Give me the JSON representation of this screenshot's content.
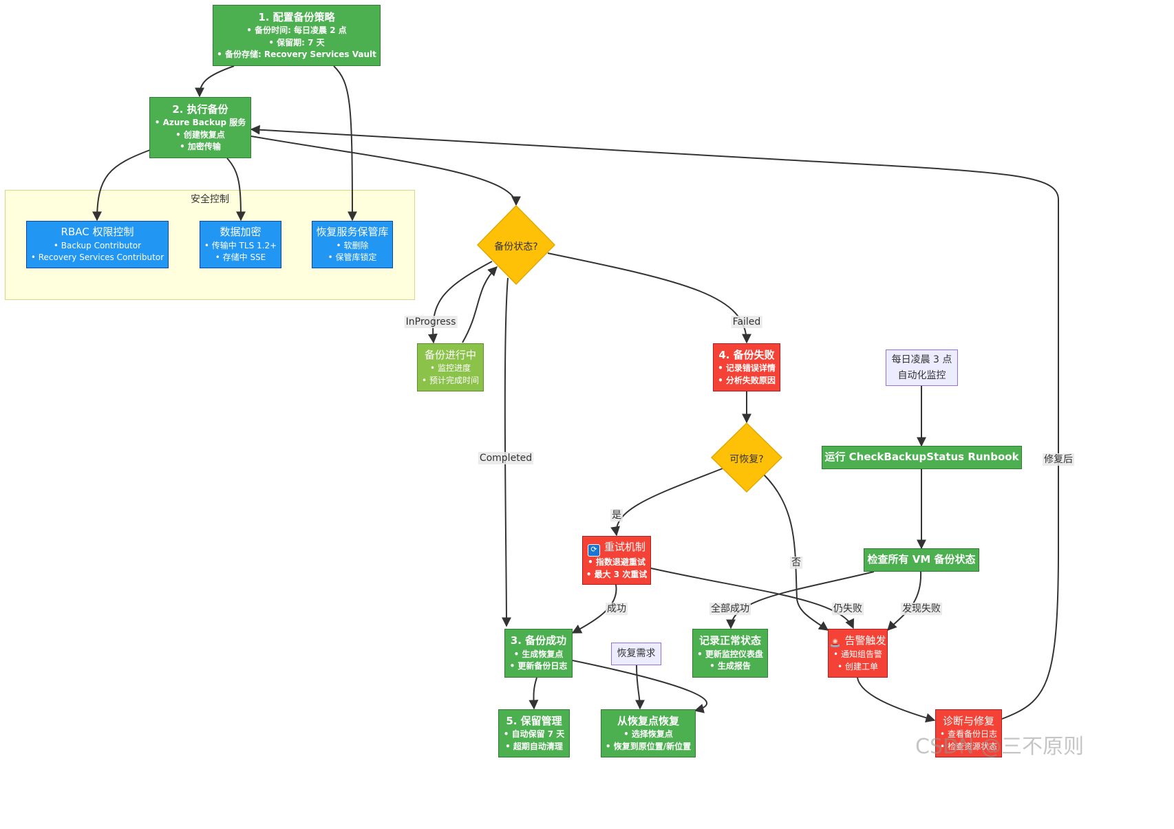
{
  "cluster": {
    "title": "安全控制"
  },
  "nodes": {
    "n1": {
      "title": "1. 配置备份策略",
      "lines": [
        "• 备份时间: 每日凌晨 2 点",
        "• 保留期: 7 天",
        "• 备份存储: Recovery Services Vault"
      ]
    },
    "n2": {
      "title": "2. 执行备份",
      "lines": [
        "• Azure Backup 服务",
        "• 创建恢复点",
        "• 加密传输"
      ]
    },
    "rbac": {
      "title": "RBAC 权限控制",
      "lines": [
        "• Backup Contributor",
        "• Recovery Services Contributor"
      ]
    },
    "enc": {
      "title": "数据加密",
      "lines": [
        "• 传输中 TLS 1.2+",
        "• 存储中 SSE"
      ]
    },
    "vault": {
      "title": "恢复服务保管库",
      "lines": [
        "• 软删除",
        "• 保管库锁定"
      ]
    },
    "status": {
      "title": "备份状态?"
    },
    "inprog": {
      "title": "备份进行中",
      "lines": [
        "• 监控进度",
        "• 预计完成时间"
      ]
    },
    "fail": {
      "title": "4. 备份失败",
      "lines": [
        "• 记录错误详情",
        "• 分析失败原因"
      ]
    },
    "recover": {
      "title": "可恢复?"
    },
    "retry": {
      "title": "重试机制",
      "lines": [
        "• 指数退避重试",
        "• 最大 3 次重试"
      ]
    },
    "success": {
      "title": "3. 备份成功",
      "lines": [
        "• 生成恢复点",
        "• 更新备份日志"
      ]
    },
    "retain": {
      "title": "5. 保留管理",
      "lines": [
        "• 自动保留 7 天",
        "• 超期自动清理"
      ]
    },
    "restore": {
      "title": "从恢复点恢复",
      "lines": [
        "• 选择恢复点",
        "• 恢复到原位置/新位置"
      ]
    },
    "schedule": {
      "lines": [
        "每日凌晨 3 点",
        "自动化监控"
      ]
    },
    "runbook": {
      "title": "运行 CheckBackupStatus Runbook"
    },
    "checkall": {
      "title": "检查所有 VM 备份状态"
    },
    "normal": {
      "title": "记录正常状态",
      "lines": [
        "• 更新监控仪表盘",
        "• 生成报告"
      ]
    },
    "alert": {
      "title": "告警触发",
      "lines": [
        "• 通知组告警",
        "• 创建工单"
      ]
    },
    "diag": {
      "title": "诊断与修复",
      "lines": [
        "• 查看备份日志",
        "• 检查资源状态"
      ]
    },
    "restore_need": {
      "lines": [
        "恢复需求"
      ]
    }
  },
  "edge_labels": {
    "inprogress": "InProgress",
    "failed": "Failed",
    "completed": "Completed",
    "yes": "是",
    "no": "否",
    "ok": "成功",
    "all_ok": "全部成功",
    "still_fail": "仍失败",
    "found_fail": "发现失败",
    "after_fix": "修复后"
  },
  "icons": {
    "retry": "retry-icon",
    "alert": "alarm-icon"
  },
  "colors": {
    "green": "#4caf50",
    "light_green": "#8bc34a",
    "red": "#f44336",
    "blue": "#2196f3",
    "decision": "#ffc107",
    "note": "#ececff",
    "cluster": "#ffffde",
    "edge": "#333333"
  },
  "watermark": "CSDN @三不原则"
}
